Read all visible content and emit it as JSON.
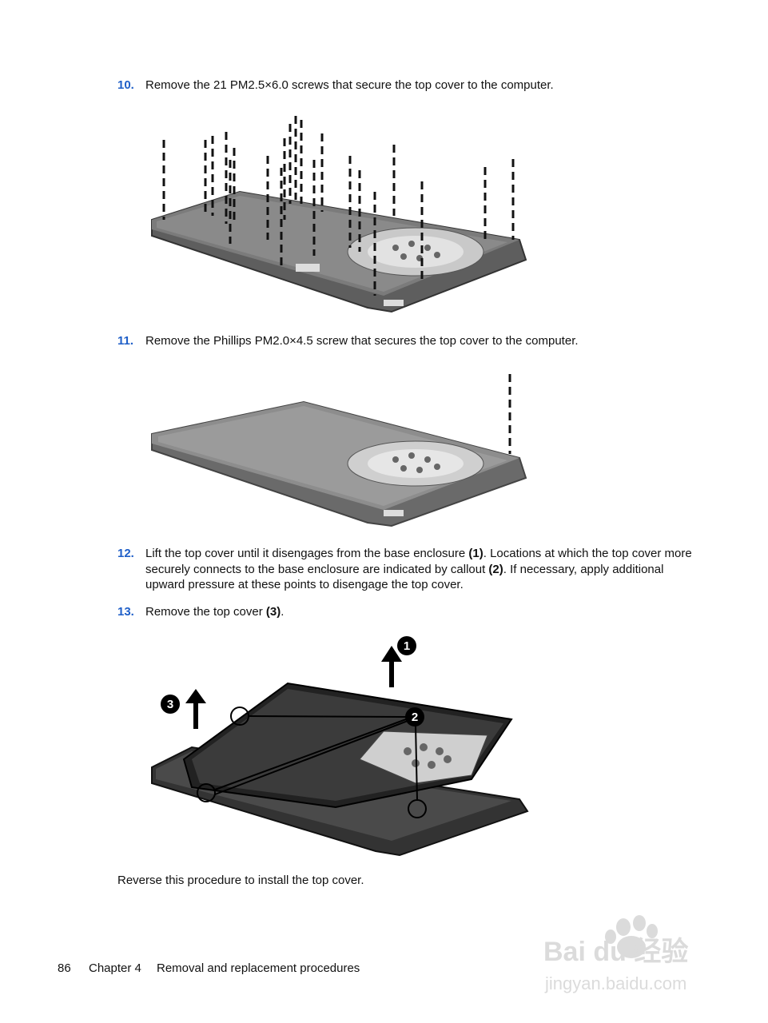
{
  "steps": [
    {
      "number": "10.",
      "text": "Remove the 21 PM2.5×6.0 screws that secure the top cover to the computer."
    },
    {
      "number": "11.",
      "text": "Remove the Phillips PM2.0×4.5 screw that secures the top cover to the computer."
    },
    {
      "number": "12.",
      "text_parts": [
        "Lift the top cover until it disengages from the base enclosure ",
        "(1)",
        ". Locations at which the top cover more securely connects to the base enclosure are indicated by callout ",
        "(2)",
        ". If necessary, apply additional upward pressure at these points to disengage the top cover."
      ]
    },
    {
      "number": "13.",
      "text_parts": [
        "Remove the top cover ",
        "(3)",
        "."
      ]
    }
  ],
  "callouts": {
    "c1": "1",
    "c2": "2",
    "c3": "3"
  },
  "closing": "Reverse this procedure to install the top cover.",
  "footer": {
    "page": "86",
    "chapter": "Chapter 4",
    "title": "Removal and replacement procedures"
  },
  "watermark": {
    "brand": "Bai du 经验",
    "url": "jingyan.baidu.com"
  },
  "colors": {
    "step_number": "#1f5fc8"
  }
}
